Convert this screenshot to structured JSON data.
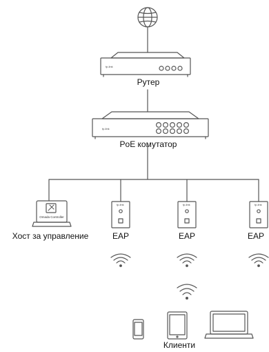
{
  "labels": {
    "router": "Рутер",
    "switch": "PoE комутатор",
    "host": "Хост за управление",
    "eap1": "EAP",
    "eap2": "EAP",
    "eap3": "EAP",
    "clients": "Клиенти"
  },
  "laptop_screen_text": "Omada Controller",
  "brand_logo_text": "tp-link",
  "icons": [
    "internet-globe-icon",
    "router-icon",
    "poe-switch-icon",
    "laptop-host-icon",
    "eap-icon",
    "wifi-signal-icon",
    "phone-icon",
    "tablet-icon",
    "laptop-icon"
  ],
  "colors": {
    "stroke": "#555555",
    "text": "#111111"
  }
}
